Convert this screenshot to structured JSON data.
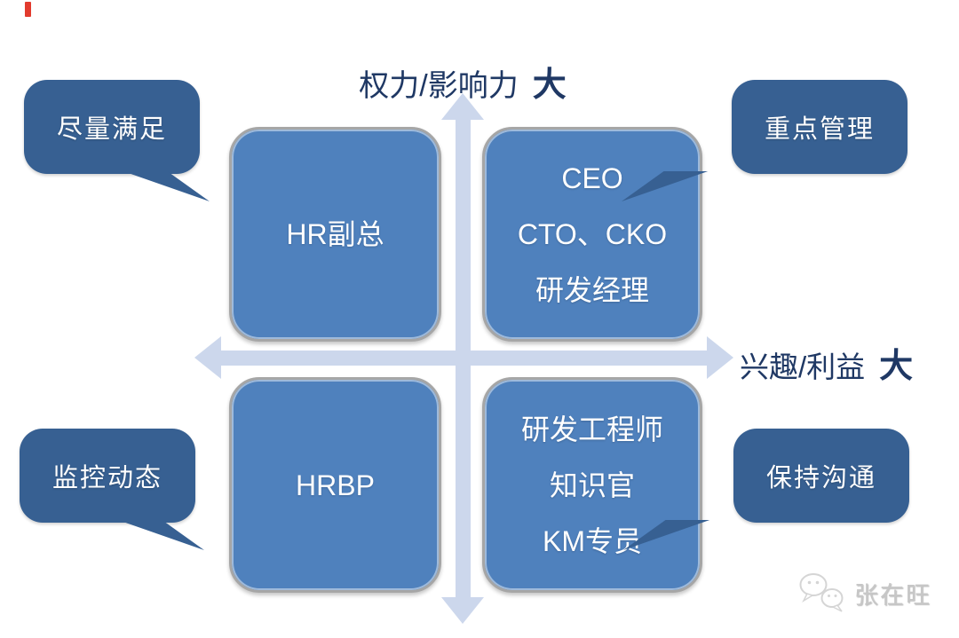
{
  "axes": {
    "vertical": {
      "label": "权力/影响力",
      "emphasis": "大"
    },
    "horizontal": {
      "label": "兴趣/利益",
      "emphasis": "大"
    }
  },
  "quadrants": {
    "top_left": {
      "lines": [
        "HR副总"
      ]
    },
    "top_right": {
      "lines": [
        "CEO",
        "CTO、CKO",
        "研发经理"
      ]
    },
    "bottom_left": {
      "lines": [
        "HRBP"
      ]
    },
    "bottom_right": {
      "lines": [
        "研发工程师",
        "知识官",
        "KM专员"
      ]
    }
  },
  "callouts": {
    "top_left": "尽量满足",
    "top_right": "重点管理",
    "bottom_left": "监控动态",
    "bottom_right": "保持沟通"
  },
  "watermark": {
    "name": "张在旺"
  },
  "colors": {
    "box_blue": "#4f81bd",
    "box_border": "#a6a6a6",
    "bubble_blue": "#376092",
    "axis_blue": "#ccd7ec",
    "navy": "#1f3864",
    "watermark_gray": "#c7c7c7",
    "red_marker": "#e23b2e"
  }
}
